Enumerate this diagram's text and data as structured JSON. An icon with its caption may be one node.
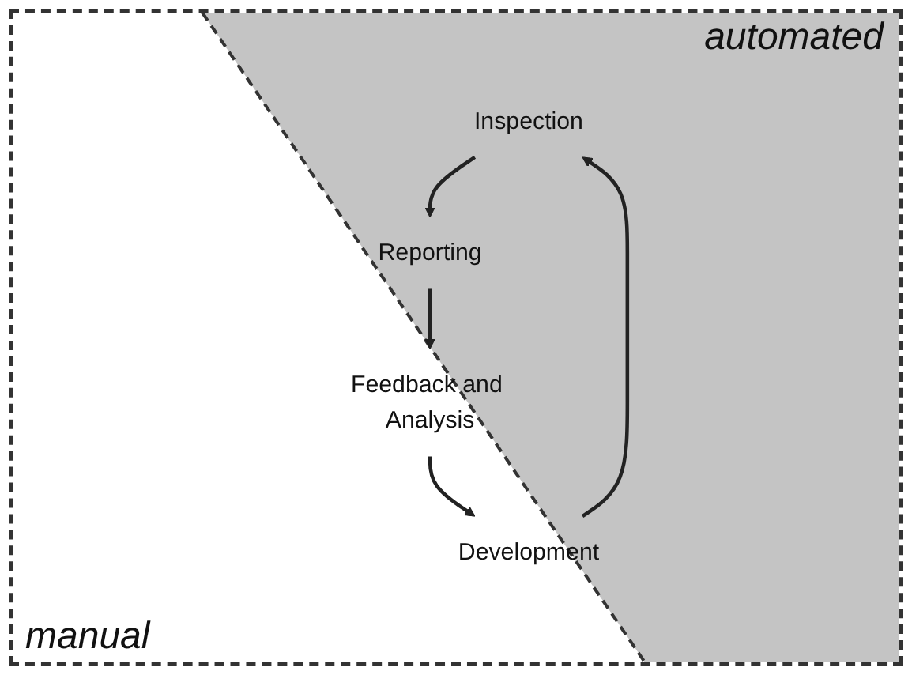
{
  "diagram": {
    "nodes": [
      {
        "text": [
          "Inspection"
        ]
      },
      {
        "text": [
          "Reporting"
        ]
      },
      {
        "text": [
          "Feedback and Analysis"
        ]
      },
      {
        "text": [
          "Development"
        ]
      }
    ],
    "edges": [
      {
        "from": 3,
        "to": 0,
        "arrow": "to"
      },
      {
        "from": 0,
        "to": 1,
        "arrow": "to"
      },
      {
        "from": 1,
        "to": 2,
        "arrow": "to"
      },
      {
        "from": 2,
        "to": 3,
        "arrow": "to"
      }
    ],
    "labels": [
      "automated",
      "manual"
    ]
  }
}
